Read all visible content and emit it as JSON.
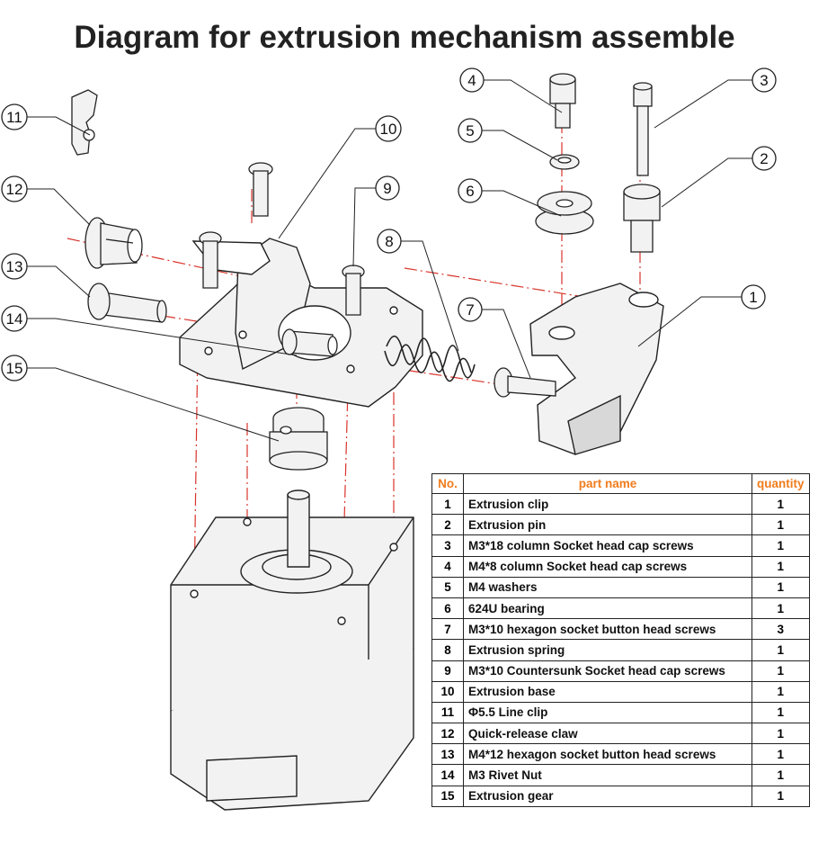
{
  "title": "Diagram for extrusion mechanism assemble",
  "callouts": [
    "1",
    "2",
    "3",
    "4",
    "5",
    "6",
    "7",
    "8",
    "9",
    "10",
    "11",
    "12",
    "13",
    "14",
    "15"
  ],
  "table": {
    "headers": {
      "no": "No.",
      "name": "part name",
      "qty": "quantity"
    },
    "header_color": "#f07c1d",
    "rows": [
      {
        "no": "1",
        "name": "Extrusion clip",
        "qty": "1"
      },
      {
        "no": "2",
        "name": "Extrusion pin",
        "qty": "1"
      },
      {
        "no": "3",
        "name": "M3*18 column Socket head cap screws",
        "qty": "1"
      },
      {
        "no": "4",
        "name": "M4*8 column Socket head cap screws",
        "qty": "1"
      },
      {
        "no": "5",
        "name": "M4 washers",
        "qty": "1"
      },
      {
        "no": "6",
        "name": "624U bearing",
        "qty": "1"
      },
      {
        "no": "7",
        "name": "M3*10 hexagon socket button head screws",
        "qty": "3"
      },
      {
        "no": "8",
        "name": "Extrusion spring",
        "qty": "1"
      },
      {
        "no": "9",
        "name": "M3*10 Countersunk Socket head cap screws",
        "qty": "1"
      },
      {
        "no": "10",
        "name": "Extrusion base",
        "qty": "1"
      },
      {
        "no": "11",
        "name": "Φ5.5 Line clip",
        "qty": "1"
      },
      {
        "no": "12",
        "name": "Quick-release claw",
        "qty": "1"
      },
      {
        "no": "13",
        "name": "M4*12 hexagon socket button head screws",
        "qty": "1"
      },
      {
        "no": "14",
        "name": "M3 Rivet Nut",
        "qty": "1"
      },
      {
        "no": "15",
        "name": "Extrusion gear",
        "qty": "1"
      }
    ]
  },
  "colors": {
    "line": "#222222",
    "axis": "#d9342b",
    "shade": "#f2f2f2"
  }
}
